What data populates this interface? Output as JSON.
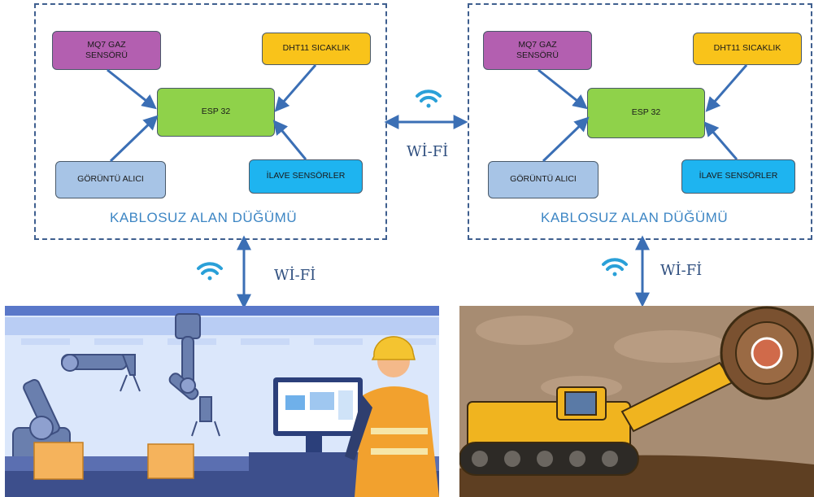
{
  "left_node": {
    "mq7": "MQ7 GAZ\nSENSÖRÜ",
    "dht11": "DHT11 SICAKLIK",
    "esp32": "ESP 32",
    "camera": "GÖRÜNTÜ ALICI",
    "extra": "İLAVE SENSÖRLER",
    "title": "KABLOSUZ ALAN DÜĞÜMÜ"
  },
  "right_node": {
    "mq7": "MQ7 GAZ\nSENSÖRÜ",
    "dht11": "DHT11 SICAKLIK",
    "esp32": "ESP 32",
    "camera": "GÖRÜNTÜ ALICI",
    "extra": "İLAVE SENSÖRLER",
    "title": "KABLOSUZ ALAN DÜĞÜMÜ"
  },
  "links": {
    "between_nodes": "Wİ-Fİ",
    "left_down": "Wİ-Fİ",
    "right_down": "Wİ-Fİ"
  },
  "colors": {
    "mq7": "#b35fb0",
    "dht11": "#f9c31a",
    "esp32": "#8fd24a",
    "camera": "#a7c4e6",
    "extra": "#1eb4f0",
    "arrow": "#3b6fb5",
    "frame": "#3f5f8f"
  },
  "scenes": {
    "left": "factory-robot-arms-illustration",
    "right": "mining-excavator-illustration"
  }
}
